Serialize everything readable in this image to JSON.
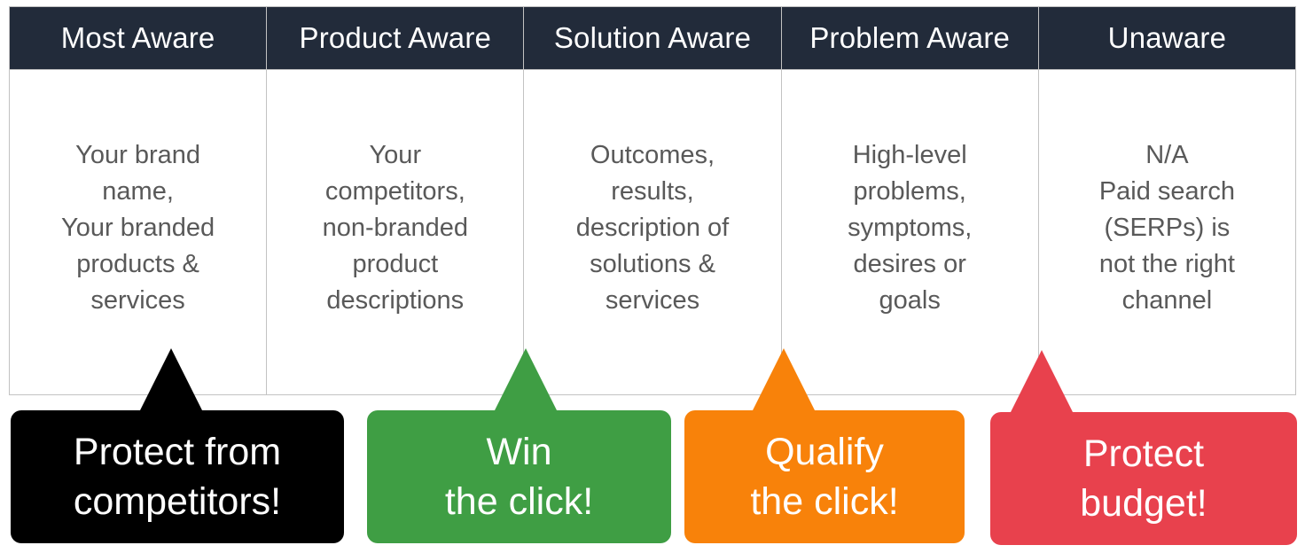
{
  "table": {
    "columns": [
      {
        "header": "Most Aware",
        "body": "Your brand\nname,\nYour branded\nproducts &\nservices"
      },
      {
        "header": "Product Aware",
        "body": "Your\ncompetitors,\nnon-branded\nproduct\ndescriptions"
      },
      {
        "header": "Solution Aware",
        "body": "Outcomes,\nresults,\ndescription of\nsolutions &\nservices"
      },
      {
        "header": "Problem Aware",
        "body": "High-level\nproblems,\nsymptoms,\ndesires or\ngoals"
      },
      {
        "header": "Unaware",
        "body": "N/A\nPaid search\n(SERPs) is\nnot the right\nchannel"
      }
    ]
  },
  "callouts": [
    {
      "label": "Protect from\ncompetitors!",
      "color": "#000000"
    },
    {
      "label": "Win\nthe click!",
      "color": "#3f9e44"
    },
    {
      "label": "Qualify\nthe click!",
      "color": "#f8820a"
    },
    {
      "label": "Protect\nbudget!",
      "color": "#e8414d"
    }
  ],
  "colors": {
    "header_bg": "#222b3a",
    "grid_line": "#c2c2c2",
    "body_text": "#595959"
  }
}
